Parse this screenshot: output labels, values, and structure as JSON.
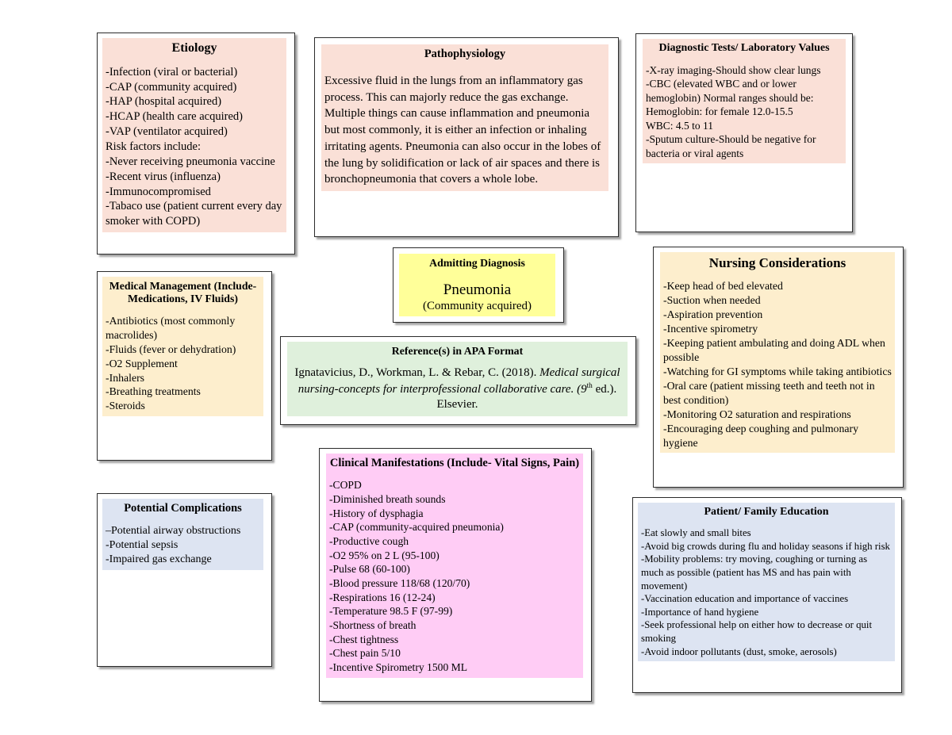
{
  "diagram": {
    "kind": "nursing-concept-map",
    "colors": {
      "peach": "#fae0d7",
      "cream": "#fdeecd",
      "yellow": "#ffff99",
      "green": "#dff0dc",
      "pink": "#ffccf5",
      "blue": "#dde4f2",
      "border": "#2b2b2b",
      "page": "#ffffff"
    }
  },
  "etiology": {
    "title": "Etiology",
    "lines": [
      "-Infection (viral or bacterial)",
      "-CAP (community acquired)",
      "-HAP (hospital acquired)",
      "-HCAP (health care acquired)",
      "-VAP (ventilator acquired)",
      "Risk factors include:",
      "-Never receiving pneumonia vaccine",
      "-Recent virus (influenza)",
      "-Immunocompromised",
      "-Tabaco use (patient current every day smoker with COPD)"
    ]
  },
  "pathophysiology": {
    "title": "Pathophysiology",
    "paragraph": "Excessive fluid in the lungs from an inflammatory gas process. This can majorly reduce the gas exchange. Multiple things can cause inflammation and pneumonia but most commonly, it is either an infection or inhaling irritating agents. Pneumonia can also occur in the lobes of the lung by solidification or lack of air spaces and there is bronchopneumonia that covers a whole lobe."
  },
  "diagnostics": {
    "title": "Diagnostic Tests/ Laboratory Values",
    "lines": [
      "-X-ray imaging-Should show clear lungs",
      "-CBC (elevated WBC and or lower hemoglobin) Normal ranges should be:",
      "Hemoglobin: for female 12.0-15.5",
      "WBC:  4.5 to 11",
      "-Sputum culture-Should be negative for bacteria or viral agents"
    ]
  },
  "medical_management": {
    "title": "Medical Management (Include- Medications, IV Fluids)",
    "lines": [
      "-Antibiotics (most commonly macrolides)",
      "-Fluids (fever or dehydration)",
      "-O2 Supplement",
      "-Inhalers",
      "-Breathing treatments",
      "-Steroids"
    ]
  },
  "admitting_diagnosis": {
    "title": "Admitting Diagnosis",
    "diagnosis": "Pneumonia",
    "qualifier": "(Community acquired)"
  },
  "nursing_considerations": {
    "title": "Nursing Considerations",
    "lines": [
      "-Keep head of bed elevated",
      "-Suction when needed",
      "-Aspiration prevention",
      "-Incentive spirometry",
      "-Keeping patient ambulating and doing ADL when possible",
      "-Watching for GI symptoms while taking antibiotics",
      "-Oral care (patient missing teeth and teeth not in best condition)",
      "-Monitoring O2 saturation and respirations",
      "-Encouraging deep coughing and pulmonary hygiene"
    ]
  },
  "reference": {
    "title": "Reference(s) in APA Format",
    "citation_plain": "Ignatavicius, D., Workman, L. & Rebar, C. (2018). ",
    "citation_italic": "Medical surgical nursing-concepts for interprofessional collaborative care.",
    "edition_number": "9",
    "edition_ordinal": "th",
    "edition_suffix": " ed.). Elsevier.",
    "edition_open": " ("
  },
  "potential_complications": {
    "title": "Potential Complications",
    "lines": [
      "–Potential airway obstructions",
      "-Potential sepsis",
      "-Impaired gas exchange"
    ]
  },
  "clinical_manifestations": {
    "title": "Clinical Manifestations (Include- Vital Signs, Pain)",
    "lines": [
      "-COPD",
      "-Diminished breath sounds",
      "-History of dysphagia",
      "-CAP (community-acquired pneumonia)",
      "-Productive cough",
      "-O2 95% on 2 L (95-100)",
      "-Pulse 68 (60-100)",
      "-Blood pressure 118/68 (120/70)",
      "-Respirations 16 (12-24)",
      "-Temperature 98.5 F (97-99)",
      "-Shortness of breath",
      "-Chest tightness",
      "-Chest pain 5/10",
      "-Incentive Spirometry 1500 ML"
    ]
  },
  "patient_family_education": {
    "title": "Patient/ Family Education",
    "lines": [
      "-Eat slowly and small bites",
      "-Avoid big crowds during flu and holiday seasons if high risk",
      "-Mobility problems: try moving, coughing or turning as much as possible (patient has MS and has pain with movement)",
      "-Vaccination education and importance of vaccines",
      "-Importance of hand hygiene",
      "-Seek professional help on either how to decrease or quit smoking",
      "-Avoid indoor pollutants (dust, smoke, aerosols)"
    ]
  }
}
